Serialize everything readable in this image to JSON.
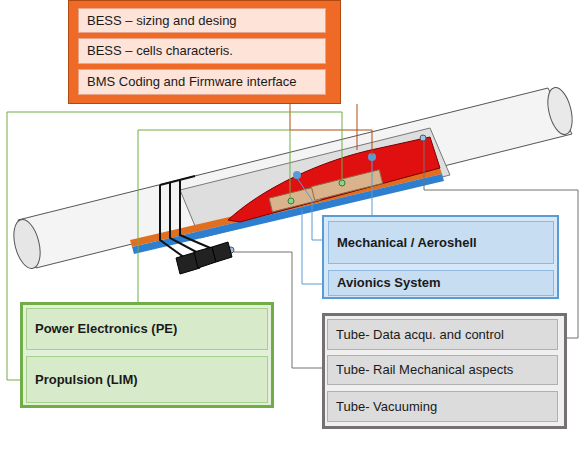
{
  "diagram": {
    "nodes": [
      {
        "text": [
          "BESS – sizing and desing"
        ]
      },
      {
        "text": [
          "BESS – cells characteris."
        ]
      },
      {
        "text": [
          "BMS Coding and Firmware interface"
        ]
      },
      {
        "text": [
          "Mechanical / Aeroshell"
        ]
      },
      {
        "text": [
          "Avionics System"
        ]
      },
      {
        "text": [
          "Power Electronics (PE)"
        ]
      },
      {
        "text": [
          "Propulsion (LIM)"
        ]
      },
      {
        "text": [
          "Tube- Data acqu. and control"
        ]
      },
      {
        "text": [
          "Tube- Rail Mechanical aspects"
        ]
      },
      {
        "text": [
          "Tube- Vacuuming"
        ]
      }
    ]
  }
}
